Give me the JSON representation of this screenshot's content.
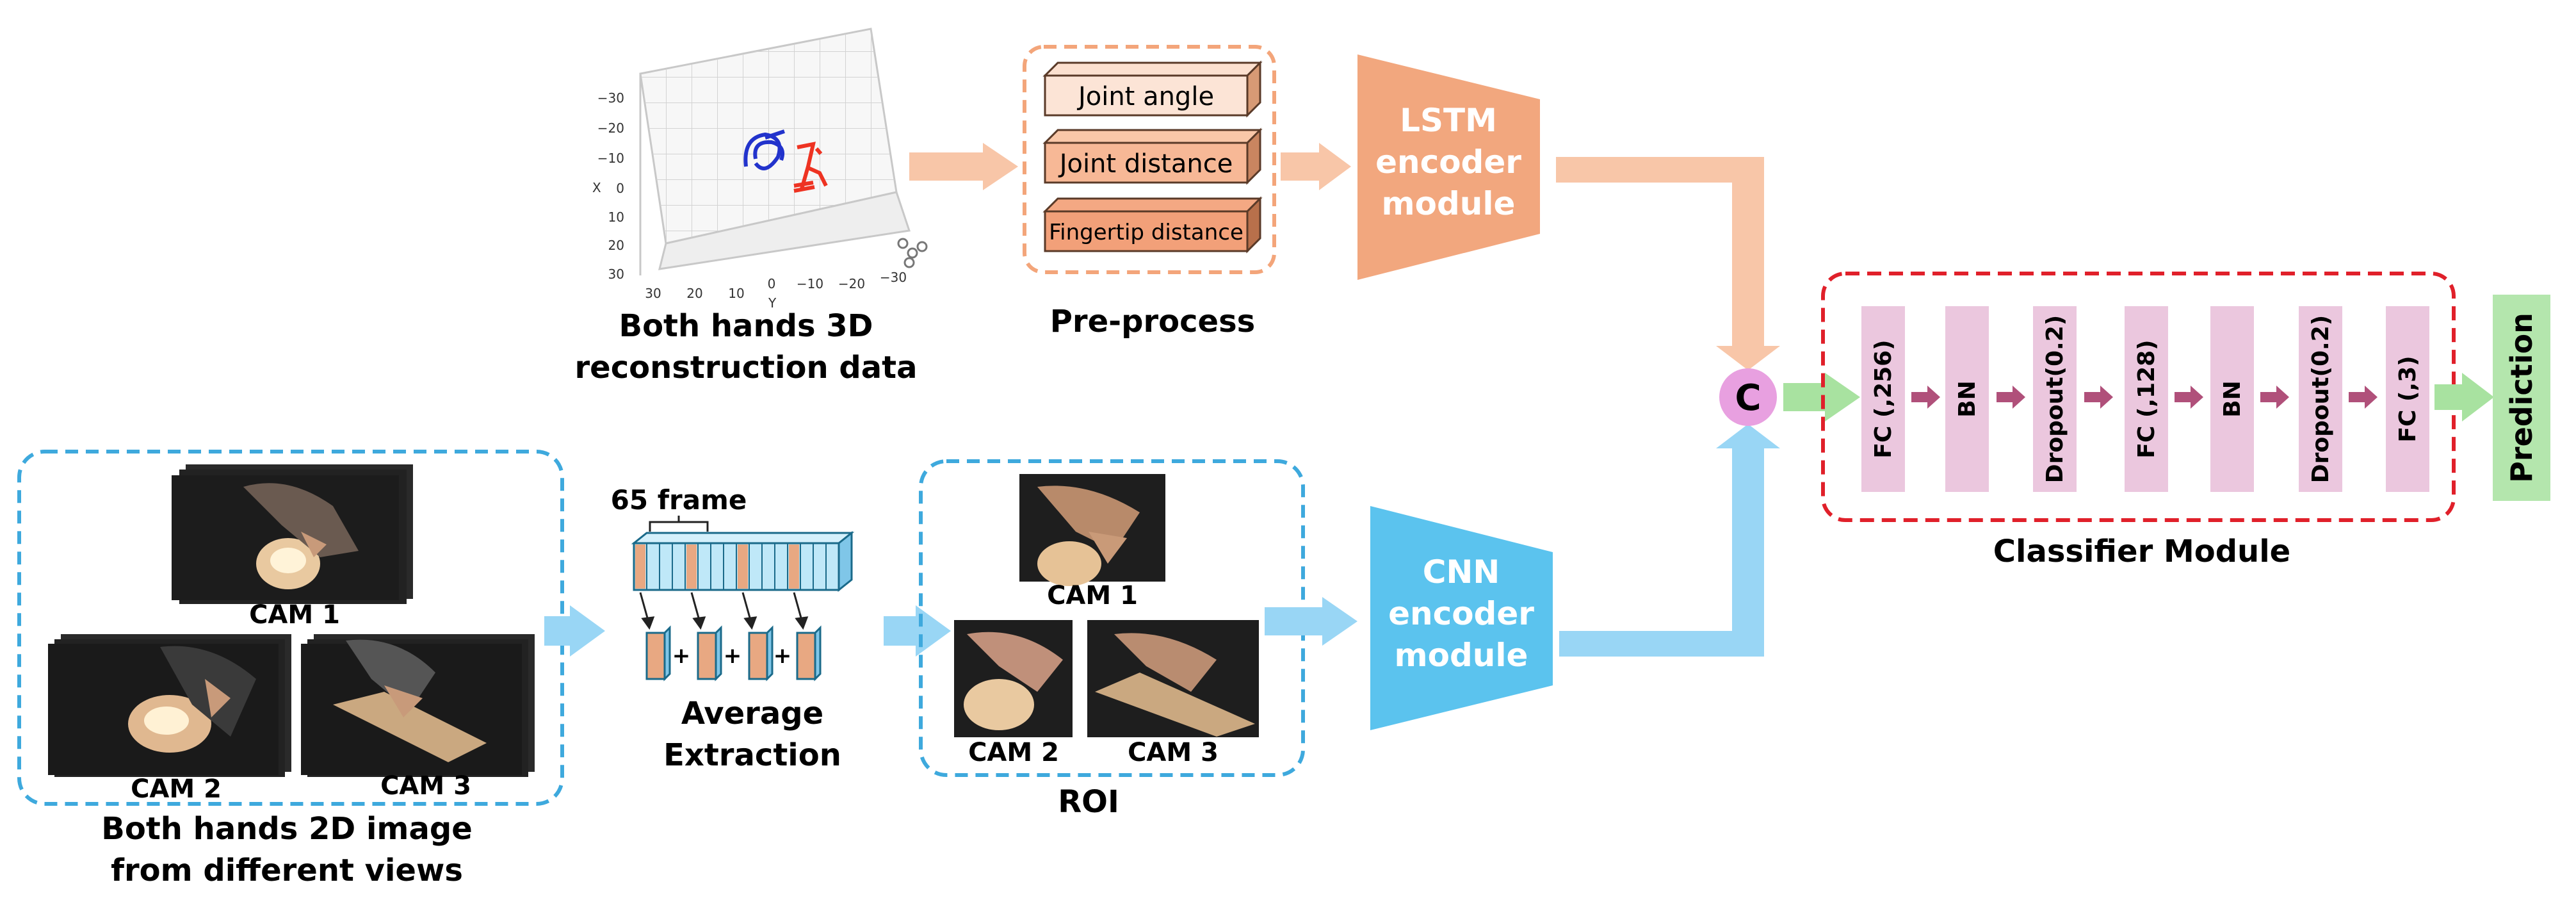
{
  "labels": {
    "reconstruction_caption": [
      "Both hands 3D",
      "reconstruction data"
    ],
    "preprocess_caption": "Pre-process",
    "preprocess_items": [
      "Joint angle",
      "Joint distance",
      "Fingertip distance"
    ],
    "lstm_module": [
      "LSTM",
      "encoder",
      "module"
    ],
    "cnn_module": [
      "CNN",
      "encoder",
      "module"
    ],
    "concat_symbol": "C",
    "classifier_layers": [
      "FC (,256)",
      "BN",
      "Dropout(0.2)",
      "FC (,128)",
      "BN",
      "Dropout(0.2)",
      "FC (,3)"
    ],
    "classifier_caption": "Classifier Module",
    "prediction": "Prediction",
    "frames_label": "65 frame",
    "plus_sign": "+",
    "average_extraction": [
      "Average",
      "Extraction"
    ],
    "views_caption": [
      "Both hands 2D image",
      "from different views"
    ],
    "roi_caption": "ROI",
    "cams": [
      "CAM 1",
      "CAM 2",
      "CAM 3"
    ]
  },
  "plot3d": {
    "y_ticks": [
      "−30",
      "−20",
      "−10",
      "0",
      "10",
      "20",
      "30"
    ],
    "y_axis_letter": "X",
    "x_ticks": [
      "30",
      "20",
      "10",
      "0",
      "−10",
      "−20",
      "−30"
    ],
    "x_axis_letter": "Y"
  },
  "colors": {
    "lstm_orange": "#F2A77E",
    "light_orange_arrow": "#F8C6A8",
    "cnn_blue": "#5BC3EE",
    "light_blue_arrow": "#99D6F5",
    "green_arrow": "#A8E2A0",
    "prediction_green": "#B4E6AD",
    "classifier_pink": "#EBC7DE",
    "small_arrow": "#B0507A",
    "dashed_blue": "#3EA9DD",
    "dashed_orange": "#F3A57A",
    "dashed_red": "#E0202A",
    "concat_fill": "#E8A0E0"
  }
}
